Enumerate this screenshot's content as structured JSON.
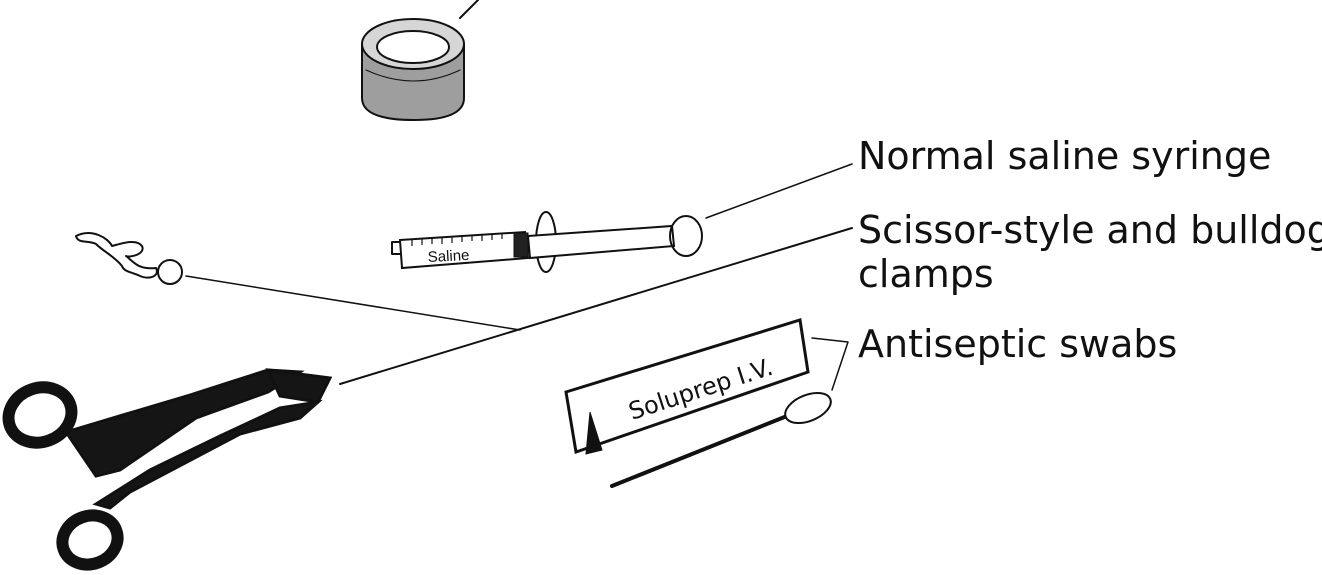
{
  "labels": {
    "syringe": "Normal saline syringe",
    "clamps_line1": "Scissor-style and bulldog",
    "clamps_line2": "clamps",
    "swabs": "Antiseptic swabs"
  },
  "item_text": {
    "syringe_barrel": "Saline",
    "swab_packet": "Soluprep I.V."
  },
  "colors": {
    "ink": "#111111",
    "tape_fill": "#bdbdbd"
  }
}
